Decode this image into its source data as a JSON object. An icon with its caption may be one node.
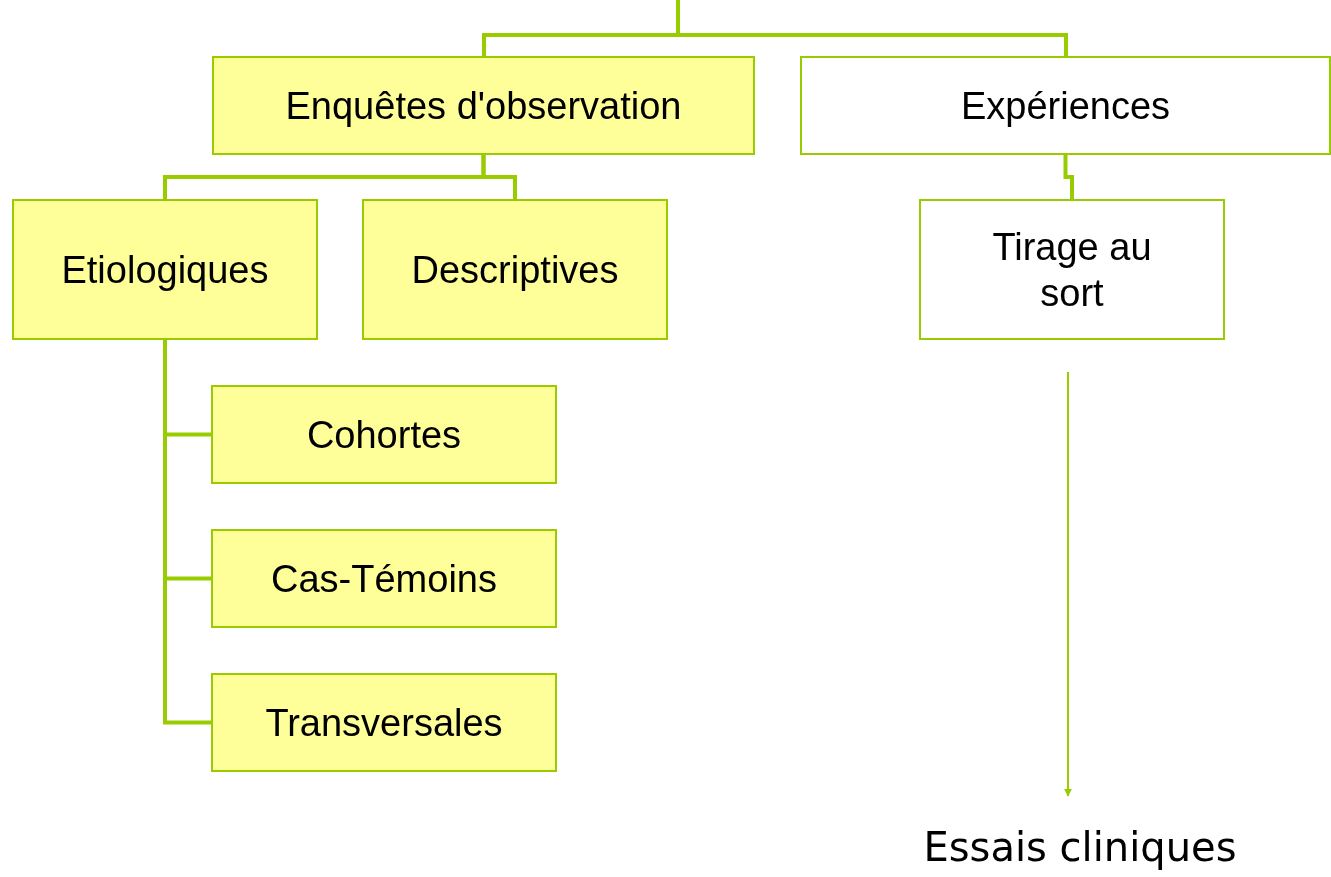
{
  "diagram": {
    "nodes": [
      {
        "text": [
          "Enquêtes d'observation"
        ]
      },
      {
        "text": [
          "Expériences"
        ]
      },
      {
        "text": [
          "Etiologiques"
        ]
      },
      {
        "text": [
          "Descriptives"
        ]
      },
      {
        "text": [
          "Tirage au sort"
        ]
      },
      {
        "text": [
          "Cohortes"
        ]
      },
      {
        "text": [
          "Cas-Témoins"
        ]
      },
      {
        "text": [
          "Transversales"
        ]
      },
      {
        "text": [
          "Essais cliniques"
        ]
      }
    ],
    "edges": [
      {
        "from": null,
        "to": 0,
        "arrow": "none"
      },
      {
        "from": null,
        "to": 1,
        "arrow": "none"
      },
      {
        "from": 0,
        "to": 2,
        "arrow": "none"
      },
      {
        "from": 0,
        "to": 3,
        "arrow": "none"
      },
      {
        "from": 1,
        "to": 4,
        "arrow": "none"
      },
      {
        "from": 2,
        "to": 5,
        "arrow": "none"
      },
      {
        "from": 2,
        "to": 6,
        "arrow": "none"
      },
      {
        "from": 2,
        "to": 7,
        "arrow": "none"
      },
      {
        "from": 4,
        "to": 8,
        "arrow": "to"
      }
    ]
  }
}
